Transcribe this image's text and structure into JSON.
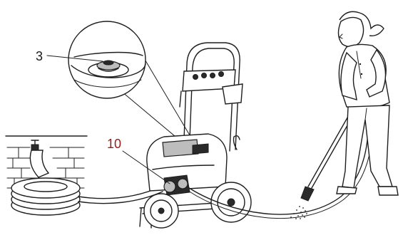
{
  "callouts": [
    {
      "id": "3",
      "label": "3",
      "color": "#1a1a1a"
    },
    {
      "id": "10",
      "label": "10",
      "color": "#9a1b1b"
    }
  ],
  "parts": {
    "water_supply": "faucet-and-brick-wall-icon",
    "garden_hose": "hose-coil-icon",
    "pressure_washer": "pressure-washer-icon",
    "spray_wand": "spray-wand-icon",
    "operator": "person-figure-icon",
    "magnified_detail": "magnifier-callout-icon"
  }
}
